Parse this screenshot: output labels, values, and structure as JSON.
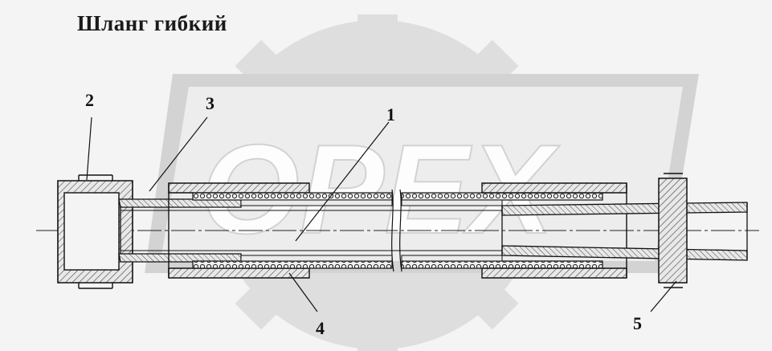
{
  "title": "Шланг гибкий",
  "watermark": {
    "text": "OPEX"
  },
  "callouts": {
    "c1": "1",
    "c2": "2",
    "c3": "3",
    "c4": "4",
    "c5": "5"
  },
  "colors": {
    "background": "#f4f4f4",
    "watermark_fill": "#d6d6d6",
    "line": "#1a1a1a",
    "hatch": "#555555"
  }
}
